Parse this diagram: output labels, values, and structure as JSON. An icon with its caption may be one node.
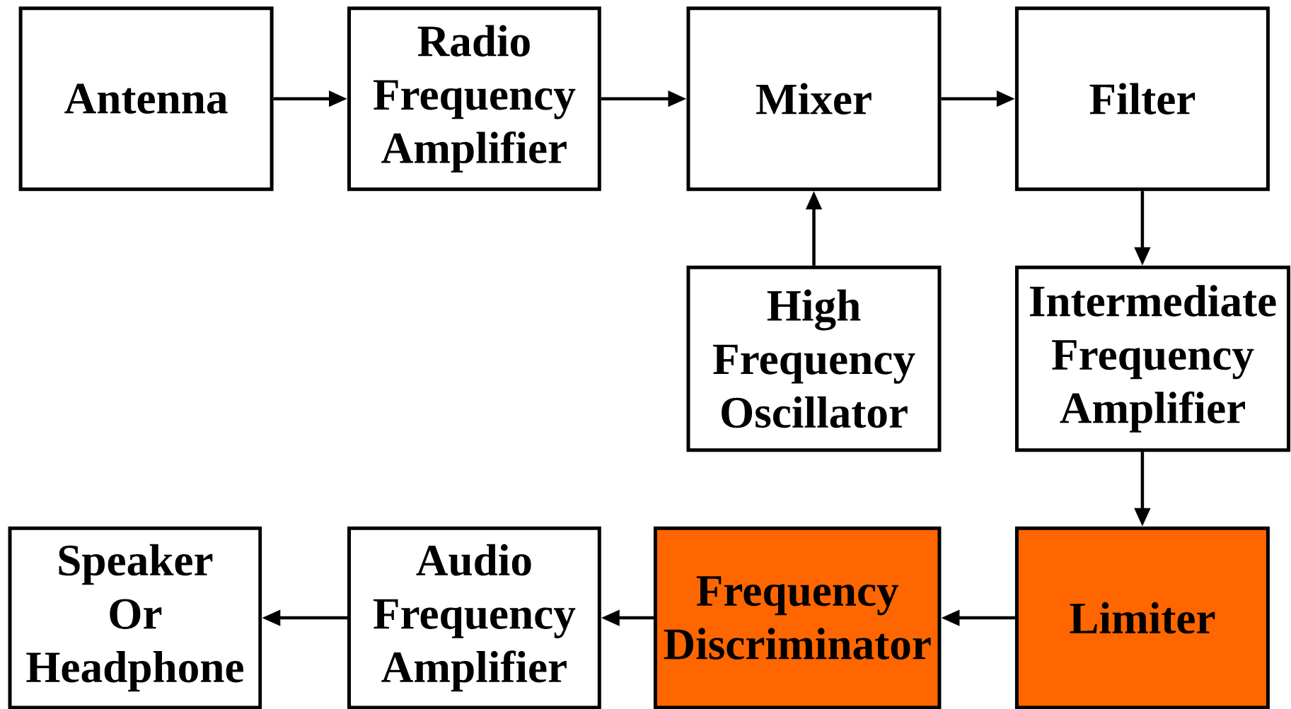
{
  "diagram": {
    "nodes": [
      {
        "text": [
          "Antenna"
        ]
      },
      {
        "text": [
          "Radio Frequency Amplifier"
        ]
      },
      {
        "text": [
          "Mixer"
        ]
      },
      {
        "text": [
          "Filter"
        ]
      },
      {
        "text": [
          "High Frequency Oscillator"
        ]
      },
      {
        "text": [
          "Intermediate Frequency Amplifier"
        ]
      },
      {
        "text": [
          "Limiter"
        ]
      },
      {
        "text": [
          "Frequency Discriminator"
        ]
      },
      {
        "text": [
          "Audio Frequency Amplifier"
        ]
      },
      {
        "text": [
          "Speaker Or Headphone"
        ]
      }
    ],
    "edges": [
      {
        "from": 0,
        "to": 1,
        "arrow": "to"
      },
      {
        "from": 1,
        "to": 2,
        "arrow": "to"
      },
      {
        "from": 2,
        "to": 3,
        "arrow": "to"
      },
      {
        "from": 4,
        "to": 2,
        "arrow": "to"
      },
      {
        "from": 3,
        "to": 5,
        "arrow": "to"
      },
      {
        "from": 5,
        "to": 6,
        "arrow": "to"
      },
      {
        "from": 6,
        "to": 7,
        "arrow": "to"
      },
      {
        "from": 7,
        "to": 8,
        "arrow": "to"
      },
      {
        "from": 8,
        "to": 9,
        "arrow": "to"
      }
    ]
  }
}
